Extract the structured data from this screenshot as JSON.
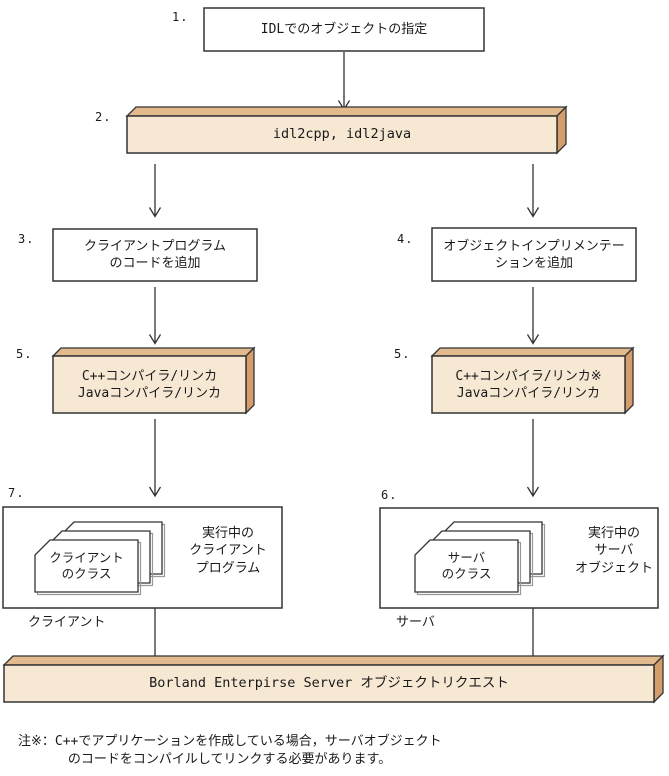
{
  "diagram": {
    "colors": {
      "face": "#f7e8d4",
      "top": "#e2ba8e",
      "side": "#d69d6c",
      "border": "#333333",
      "shadow": "#999999",
      "box_fill": "#ffffff"
    },
    "step1": {
      "num": "1.",
      "text": "IDLでのオブジェクトの指定"
    },
    "step2": {
      "num": "2.",
      "text": "idl2cpp, idl2java"
    },
    "step3": {
      "num": "3.",
      "lines": [
        "クライアントプログラム",
        "のコードを追加"
      ]
    },
    "step4": {
      "num": "4.",
      "lines": [
        "オブジェクトインプリメンテー",
        "ションを追加"
      ]
    },
    "step5_left": {
      "num": "5.",
      "lines": [
        "C++コンパイラ/リンカ",
        "Javaコンパイラ/リンカ"
      ]
    },
    "step5_right": {
      "num": "5.",
      "lines": [
        "C++コンパイラ/リンカ※",
        "Javaコンパイラ/リンカ"
      ]
    },
    "step7": {
      "num": "7.",
      "card_lines": [
        "クライアント",
        "のクラス"
      ],
      "side_lines": [
        "実行中の",
        "クライアント",
        "プログラム"
      ],
      "caption": "クライアント"
    },
    "step6": {
      "num": "6.",
      "card_lines": [
        "サーバ",
        "のクラス"
      ],
      "side_lines": [
        "実行中の",
        "サーバ",
        "オブジェクト"
      ],
      "caption": "サーバ"
    },
    "bus": {
      "text": "Borland Enterpirse Server オブジェクトリクエスト"
    },
    "note": {
      "label": "注※：",
      "lines": [
        "C++でアプリケーションを作成している場合，サーバオブジェクト",
        "のコードをコンパイルしてリンクする必要があります。"
      ]
    }
  }
}
